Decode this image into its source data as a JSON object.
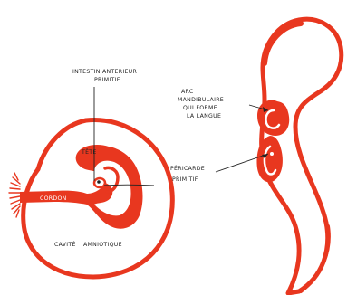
{
  "colors": {
    "stroke": "#e8371f",
    "fill": "#e8371f",
    "ink": "#222222",
    "background": "#ffffff"
  },
  "labels": {
    "intestin_line1": "INTESTIN ANTERIEUR",
    "intestin_line2": "PRIMITIF",
    "tete": "TÊTE",
    "cordon": "CORDON",
    "cavite_word1": "CAVITÉ",
    "cavite_word2": "AMNIOTIQUE",
    "arc_line1": "ARC",
    "arc_line2": "MANDIBULAIRE",
    "arc_line3": "QUI FORME",
    "arc_line4": "LA LANGUE",
    "pericarde_line1": "PÉRICARDE",
    "pericarde_line2": "PRIMITIF"
  }
}
